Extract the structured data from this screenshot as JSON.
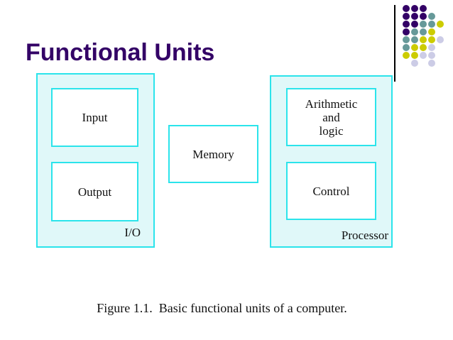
{
  "title": {
    "text": "Functional Units",
    "color": "#330066"
  },
  "decoration": {
    "rule_color": "#000000",
    "dots": {
      "pattern": [
        "PPP..",
        "PPPT.",
        "PPTTY",
        "PTTY.",
        "TTYYL",
        "TYYL.",
        "YYLL.",
        ".L.L."
      ],
      "colors": {
        "P": "#330066",
        "T": "#669999",
        "Y": "#CCCC00",
        "L": "#CCCCE6"
      }
    }
  },
  "diagram": {
    "panel_fill": "#E0F8F9",
    "border_color": "#2BE4EB",
    "io_panel": {
      "label": "I/O"
    },
    "processor_panel": {
      "label": "Processor"
    },
    "boxes": {
      "input": "Input",
      "output": "Output",
      "memory": "Memory",
      "alu": [
        "Arithmetic",
        "and",
        "logic"
      ],
      "control": "Control"
    }
  },
  "caption": "Figure 1.1.  Basic functional units of a computer."
}
